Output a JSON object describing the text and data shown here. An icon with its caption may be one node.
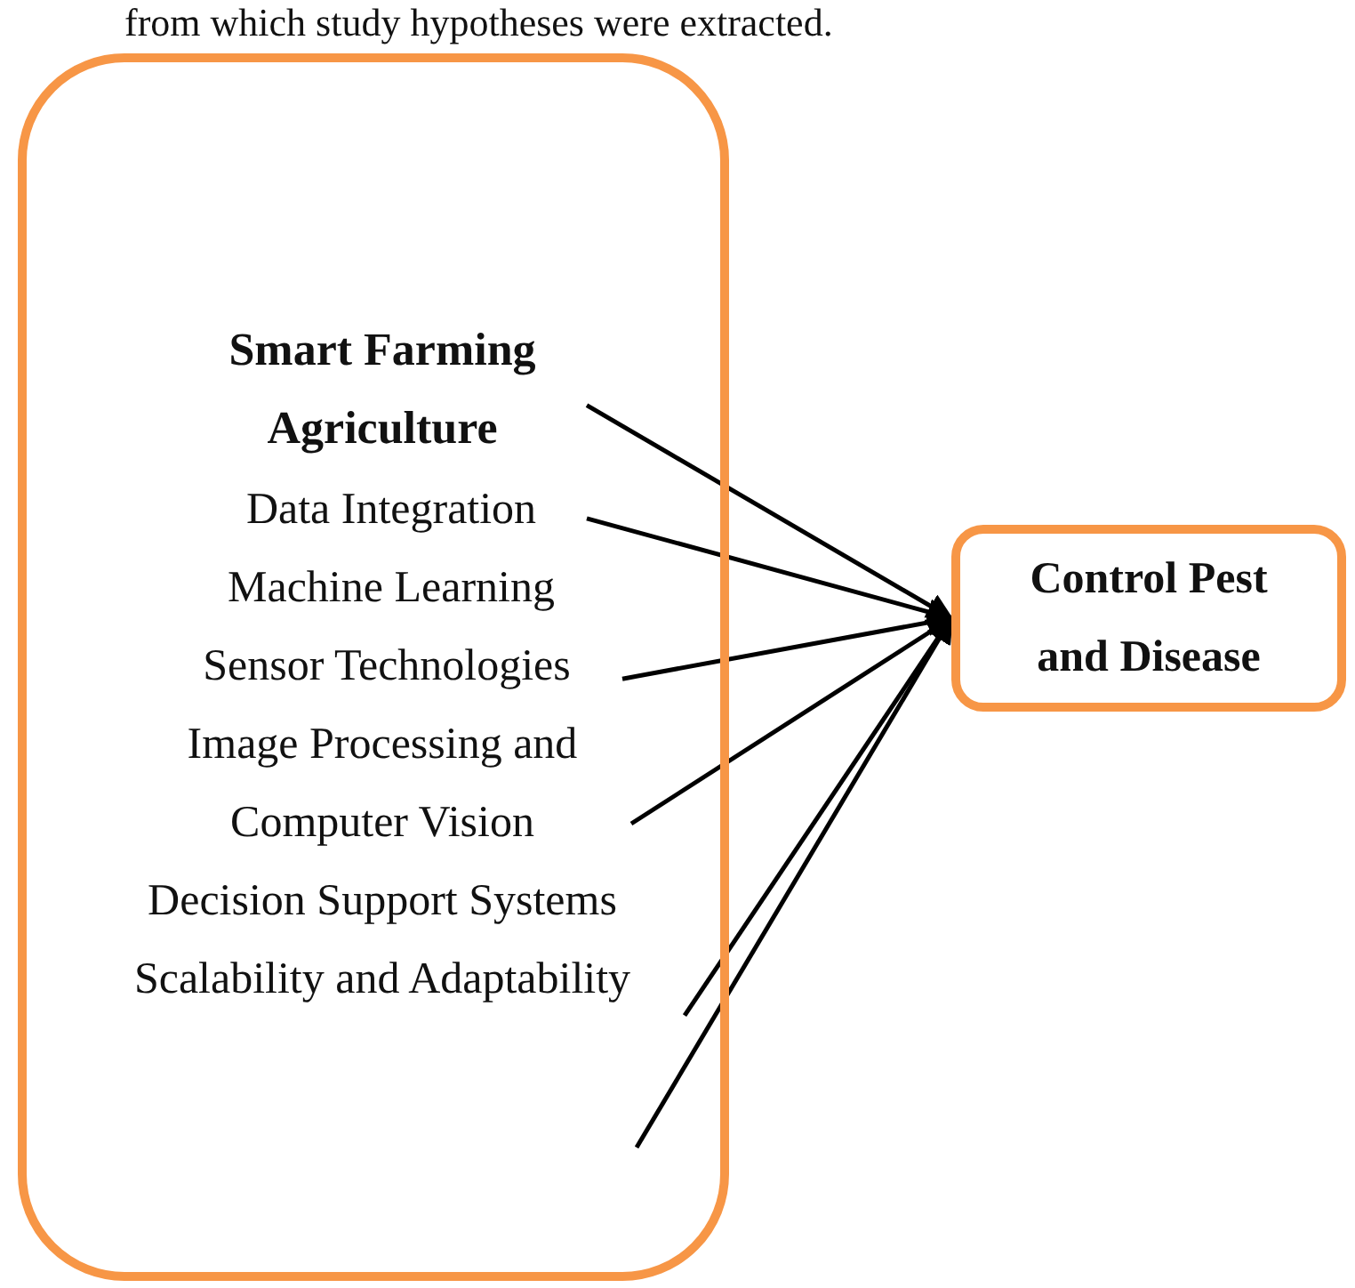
{
  "diagram": {
    "nodes": [
      {
        "text": [],
        "shape": "box"
      },
      {
        "text": [
          "Smart Farming Agriculture"
        ],
        "in": 0
      },
      {
        "text": [
          "Data Integration"
        ],
        "in": 0
      },
      {
        "text": [
          "Machine Learning"
        ],
        "in": 0
      },
      {
        "text": [
          "Sensor Technologies"
        ],
        "in": 0
      },
      {
        "text": [
          "Image Processing and Computer Vision"
        ],
        "in": 0
      },
      {
        "text": [
          "Decision Support Systems"
        ],
        "in": 0
      },
      {
        "text": [
          "Scalability and Adaptability"
        ],
        "in": 0
      },
      {
        "text": [
          "Control Pest and Disease"
        ]
      }
    ],
    "edges": [
      {
        "from": 1,
        "to": 8,
        "arrow": "to"
      },
      {
        "from": 2,
        "to": 8,
        "arrow": "to"
      },
      {
        "from": 4,
        "to": 8,
        "arrow": "to"
      },
      {
        "from": 5,
        "to": 8,
        "arrow": "to"
      },
      {
        "from": 7,
        "to": 8,
        "arrow": "to"
      },
      {
        "from": null,
        "to": 8,
        "arrow": "to"
      }
    ],
    "labels": [
      "from which study hypotheses were extracted."
    ]
  }
}
